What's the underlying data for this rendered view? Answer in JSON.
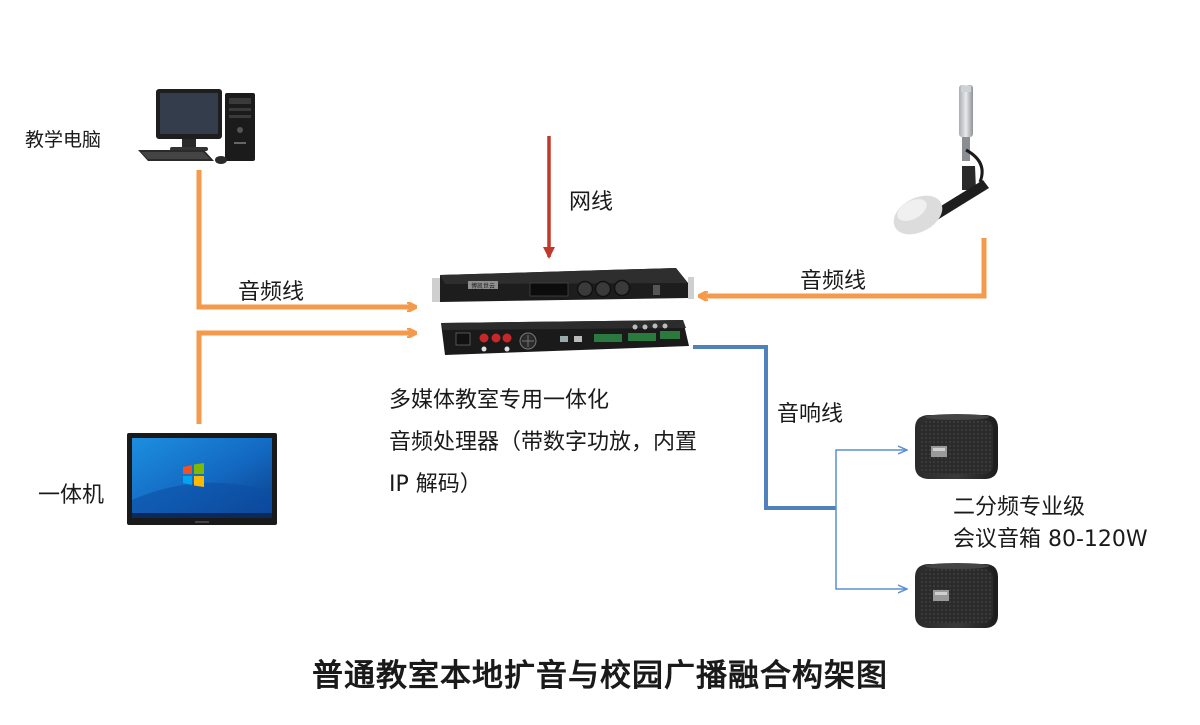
{
  "title": "普通教室本地扩音与校园广播融合构架图",
  "nodes": {
    "pc": "教学电脑",
    "all_in_one": "一体机",
    "processor_lines": [
      "多媒体教室专用一体化",
      "音频处理器（带数字功放，内置",
      "IP 解码）"
    ],
    "speakers_lines": [
      "二分频专业级",
      "会议音箱 80-120W"
    ]
  },
  "edges": {
    "network": "网线",
    "audio_left": "音频线",
    "audio_right": "音频线",
    "speaker_cable": "音响线"
  },
  "device_text": {
    "brand": "博凯世云"
  },
  "colors": {
    "audio": "#f59a4a",
    "network": "#c0392b",
    "speaker_trunk": "#4f81bd",
    "speaker_branch": "#5b8fd0"
  }
}
